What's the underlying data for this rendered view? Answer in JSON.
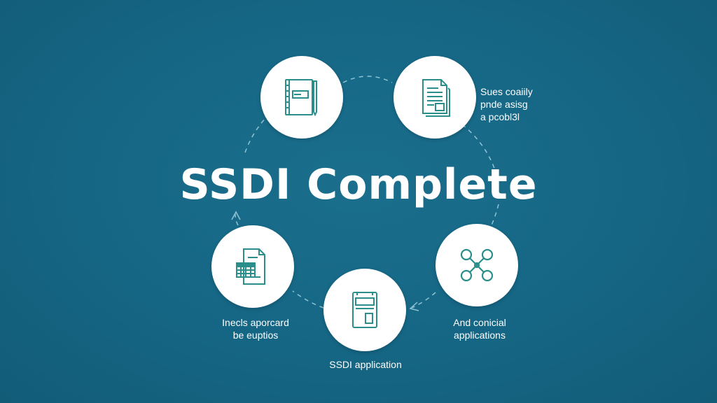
{
  "diagram": {
    "title": "SSDI Complete",
    "background_color": "#156684",
    "icon_color": "#2a8f8a",
    "nodes": [
      {
        "id": "top-left",
        "icon": "notebook-icon",
        "caption": []
      },
      {
        "id": "top-right",
        "icon": "documents-icon",
        "caption": [
          "Sues coaiily",
          "pnde asisg",
          "a pcobl3l"
        ]
      },
      {
        "id": "right",
        "icon": "network-nodes-icon",
        "caption": [
          "And conicial",
          "applications"
        ]
      },
      {
        "id": "bottom",
        "icon": "application-form-icon",
        "caption": [
          "SSDI application"
        ]
      },
      {
        "id": "left",
        "icon": "spreadsheet-document-icon",
        "caption": [
          "Inecls aporcard",
          "be euptios"
        ]
      }
    ]
  }
}
